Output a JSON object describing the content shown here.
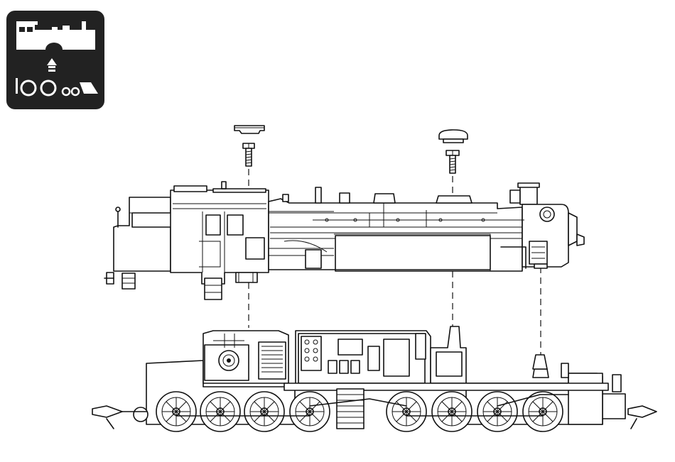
{
  "diagram": {
    "parts": {
      "badge": {
        "icon": "locomotive-body-removal-icon",
        "background": "#222222",
        "foreground": "#ffffff"
      },
      "upper": "locomotive-body-shell",
      "lower": "locomotive-chassis",
      "fasteners": [
        "left-screw",
        "right-screw"
      ],
      "caps": [
        "left-cover-cap",
        "right-cover-cap"
      ]
    },
    "colors": {
      "line": "#111111",
      "paper": "#ffffff"
    }
  }
}
